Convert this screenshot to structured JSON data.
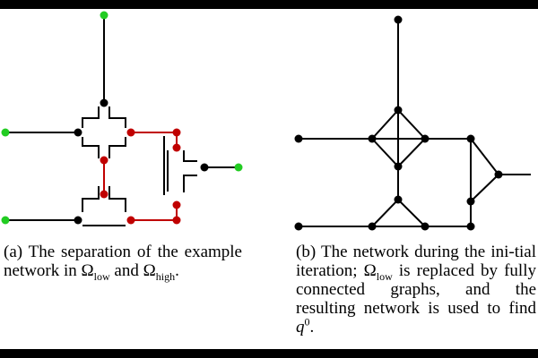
{
  "colors": {
    "edge": "#000000",
    "separator": "#c00000",
    "boundary_node": "#22cc22",
    "node": "#000000",
    "separator_node": "#c00000"
  },
  "caption_a": {
    "prefix": "(a)  The  separation  of  the example network in ",
    "omega1": "Ω",
    "sub1": "low",
    "mid": " and ",
    "omega2": "Ω",
    "sub2": "high",
    "suffix": "."
  },
  "caption_b": {
    "prefix": "(b) The network during the ini-tial iteration; ",
    "omega": "Ω",
    "sub": "low",
    "mid": " is replaced by fully connected graphs, and the resulting network is used to find ",
    "q": "q",
    "sup": "0",
    "suffix": "."
  }
}
